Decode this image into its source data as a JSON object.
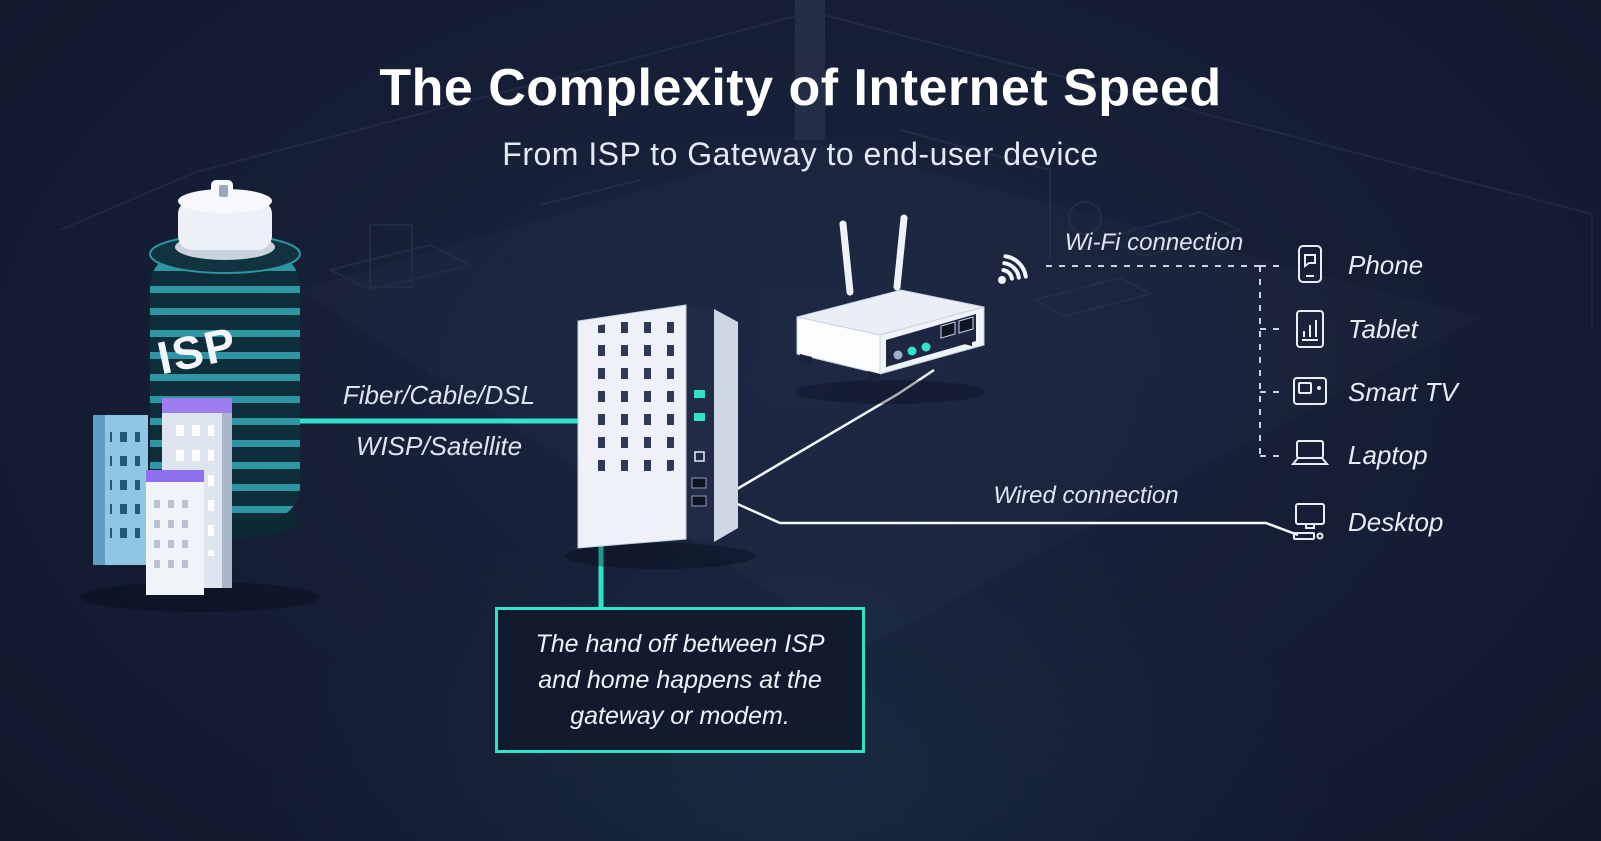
{
  "title": "The Complexity of Internet Speed",
  "subtitle": "From ISP to Gateway to end-user device",
  "isp": {
    "label": "ISP"
  },
  "connections": {
    "isp_gateway_top": "Fiber/Cable/DSL",
    "isp_gateway_bottom": "WISP/Satellite",
    "wifi": "Wi-Fi connection",
    "wired": "Wired connection"
  },
  "devices": [
    {
      "id": "phone",
      "label": "Phone"
    },
    {
      "id": "tablet",
      "label": "Tablet"
    },
    {
      "id": "smart-tv",
      "label": "Smart TV"
    },
    {
      "id": "laptop",
      "label": "Laptop"
    },
    {
      "id": "desktop",
      "label": "Desktop"
    }
  ],
  "callout": {
    "text": "The hand off between ISP and home happens at the gateway or modem."
  },
  "colors": {
    "accent": "#2ee3c9",
    "background": "#141d33",
    "text": "#ffffff"
  }
}
